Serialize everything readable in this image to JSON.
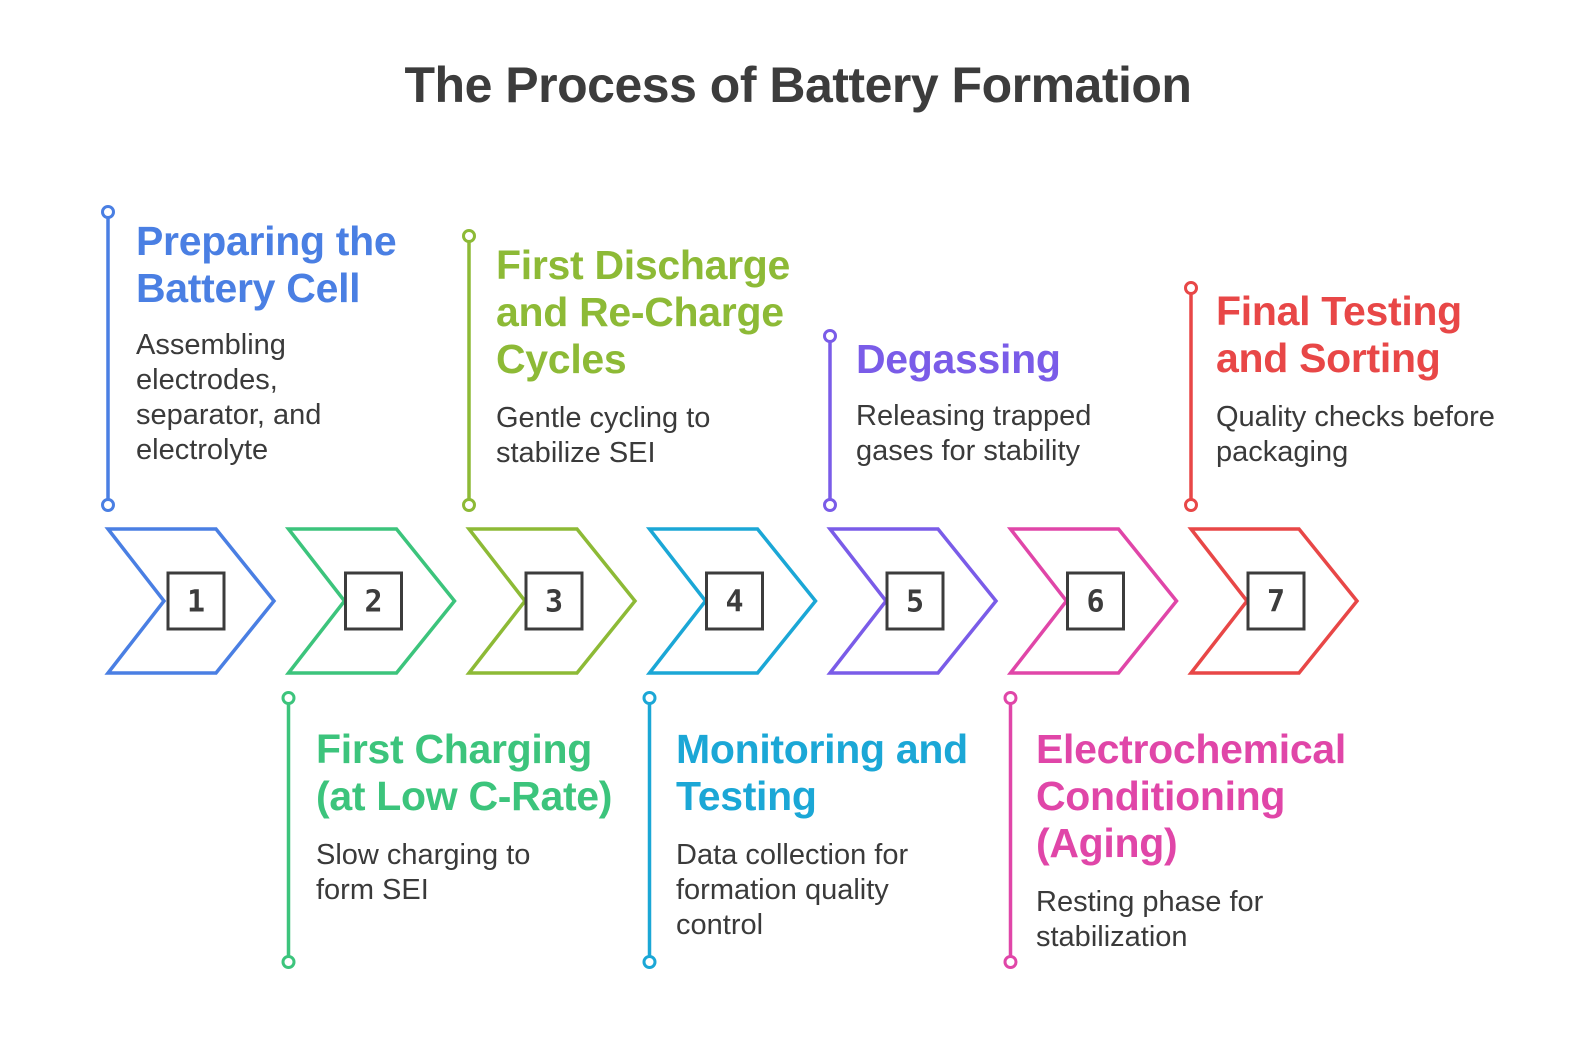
{
  "title": "The Process of Battery Formation",
  "colors": {
    "step1": "#4a7fe3",
    "step2": "#3cc47c",
    "step3": "#8dba36",
    "step4": "#1ba7d6",
    "step5": "#7a5ce8",
    "step6": "#e046a8",
    "step7": "#e84747",
    "number_box": "#3c3c3c",
    "title": "#3c3c3c",
    "description": "#3a3a3a"
  },
  "steps": [
    {
      "number": "1",
      "title": "Preparing the Battery Cell",
      "description": "Assembling electrodes, separator, and electrolyte",
      "position": "top"
    },
    {
      "number": "2",
      "title": "First Charging (at Low C-Rate)",
      "description": "Slow charging to form SEI",
      "position": "bottom"
    },
    {
      "number": "3",
      "title": "First Discharge and Re-Charge Cycles",
      "description": "Gentle cycling to stabilize SEI",
      "position": "top"
    },
    {
      "number": "4",
      "title": "Monitoring and Testing",
      "description": "Data collection for formation quality control",
      "position": "bottom"
    },
    {
      "number": "5",
      "title": "Degassing",
      "description": "Releasing trapped gases for stability",
      "position": "top"
    },
    {
      "number": "6",
      "title": "Electrochemical Conditioning (Aging)",
      "description": "Resting phase for stabilization",
      "position": "bottom"
    },
    {
      "number": "7",
      "title": "Final Testing and Sorting",
      "description": "Quality checks before packaging",
      "position": "top"
    }
  ]
}
